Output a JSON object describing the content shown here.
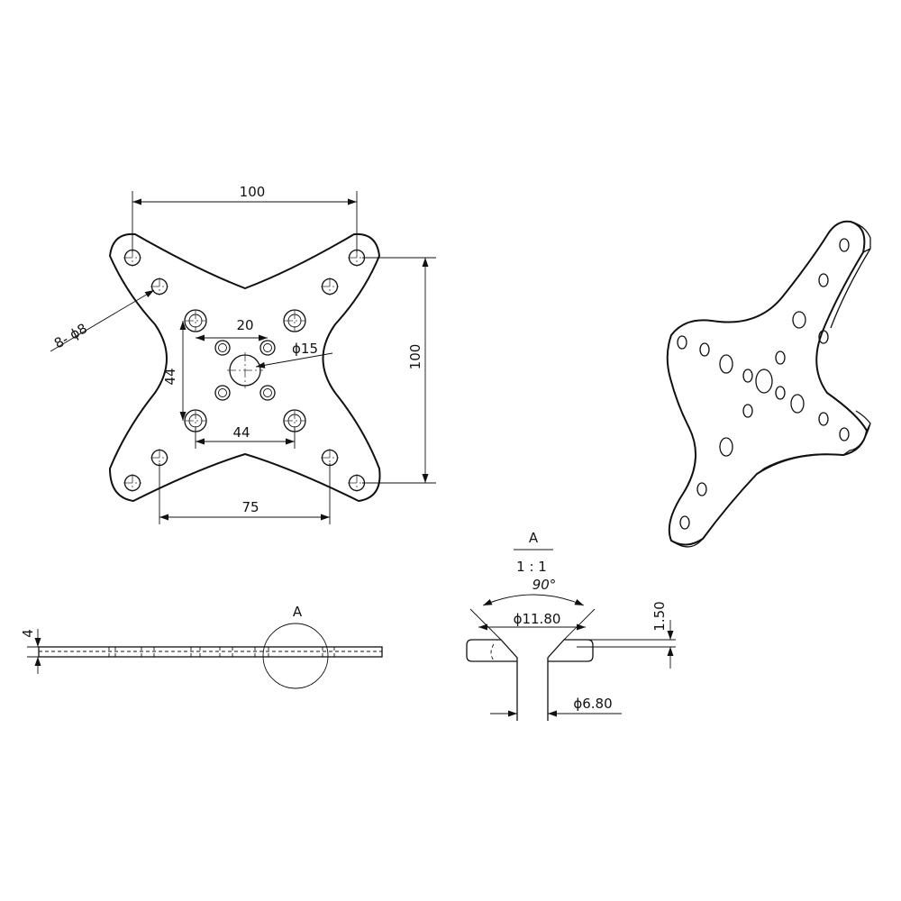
{
  "top_view": {
    "dim_width_top": "100",
    "dim_height_right": "100",
    "dim_hole_pitch": "20",
    "dim_center_hole": "ϕ15",
    "dim_inner_height": "44",
    "dim_inner_width": "44",
    "dim_bottom_width": "75",
    "dim_holes_callout": "8- ϕ8"
  },
  "side_view": {
    "dim_thickness": "4",
    "detail_label": "A"
  },
  "detail_view": {
    "title": "A",
    "scale": "1 : 1",
    "dim_angle": "90°",
    "dim_countersink_dia": "ϕ11.80",
    "dim_depth": "1.50",
    "dim_hole_dia": "ϕ6.80"
  }
}
